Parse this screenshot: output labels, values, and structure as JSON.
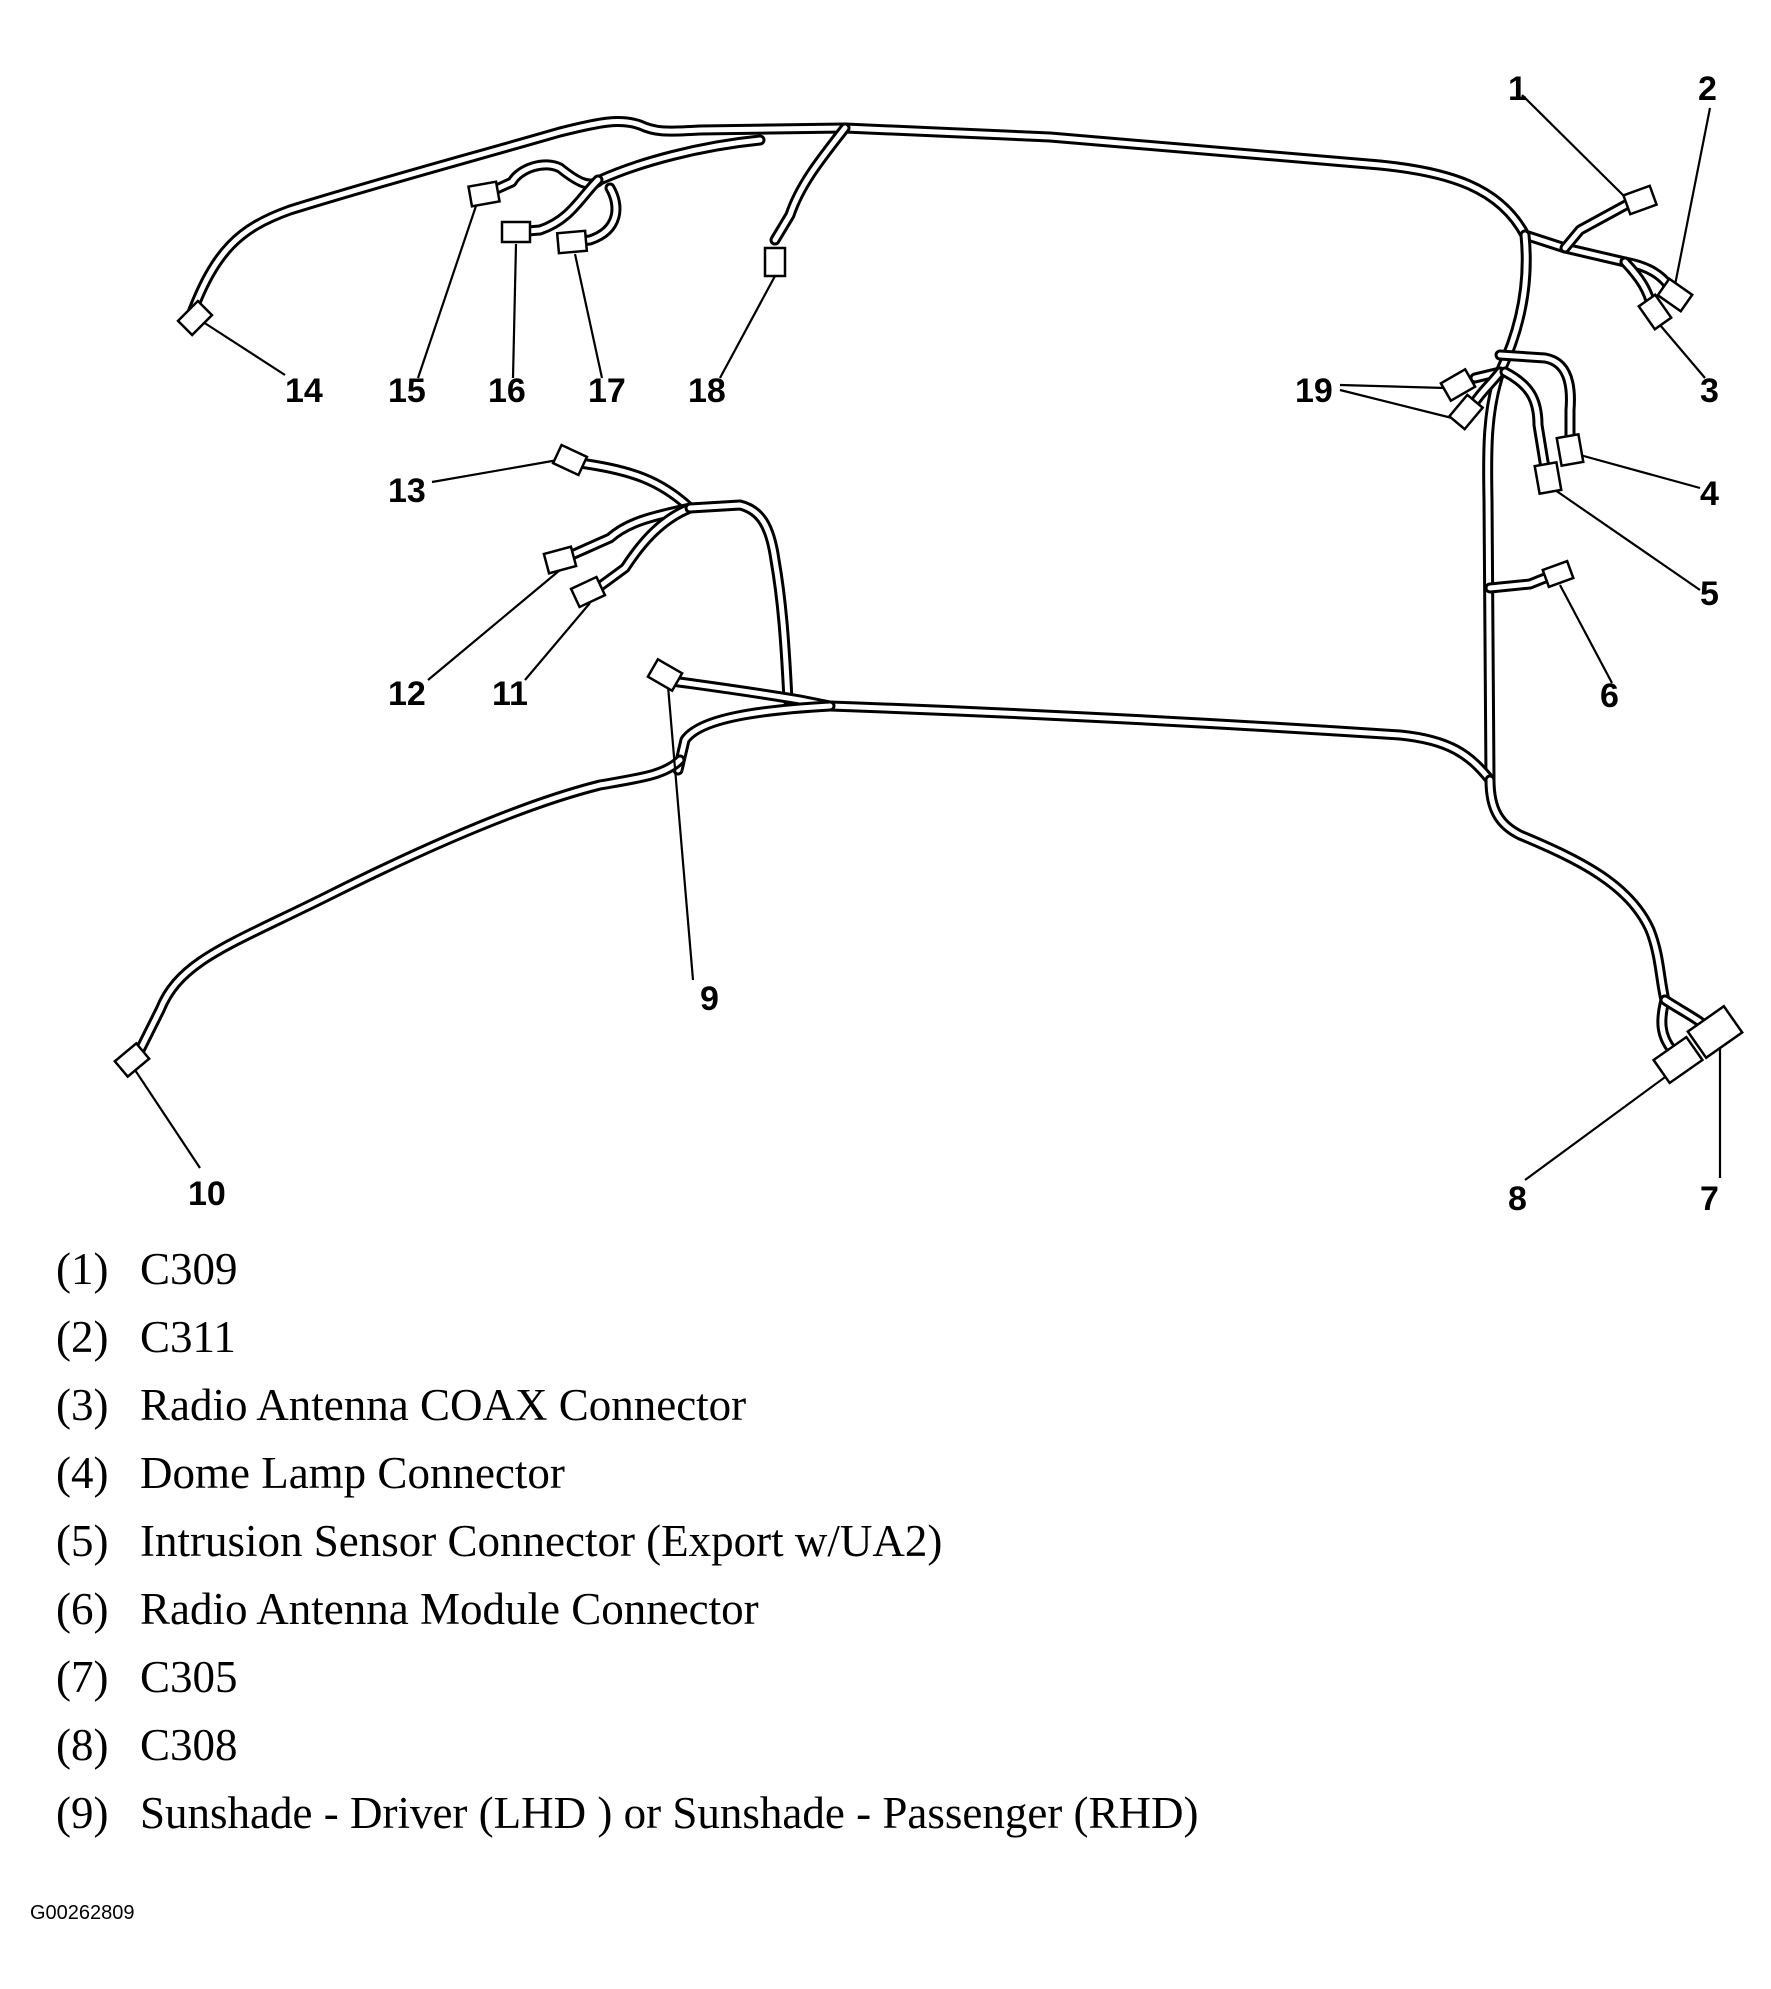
{
  "diagram": {
    "callouts": [
      "1",
      "2",
      "3",
      "4",
      "5",
      "6",
      "7",
      "8",
      "9",
      "10",
      "11",
      "12",
      "13",
      "14",
      "15",
      "16",
      "17",
      "18",
      "19"
    ]
  },
  "legend": [
    {
      "num": "(1)",
      "text": "C309"
    },
    {
      "num": "(2)",
      "text": "C311"
    },
    {
      "num": "(3)",
      "text": "Radio Antenna COAX Connector"
    },
    {
      "num": "(4)",
      "text": "Dome Lamp Connector"
    },
    {
      "num": "(5)",
      "text": "Intrusion Sensor Connector (Export w/UA2)"
    },
    {
      "num": "(6)",
      "text": "Radio Antenna Module Connector"
    },
    {
      "num": "(7)",
      "text": "C305"
    },
    {
      "num": "(8)",
      "text": "C308"
    },
    {
      "num": "(9)",
      "text": "Sunshade - Driver (LHD ) or Sunshade - Passenger (RHD)"
    }
  ],
  "figure_id": "G00262809"
}
